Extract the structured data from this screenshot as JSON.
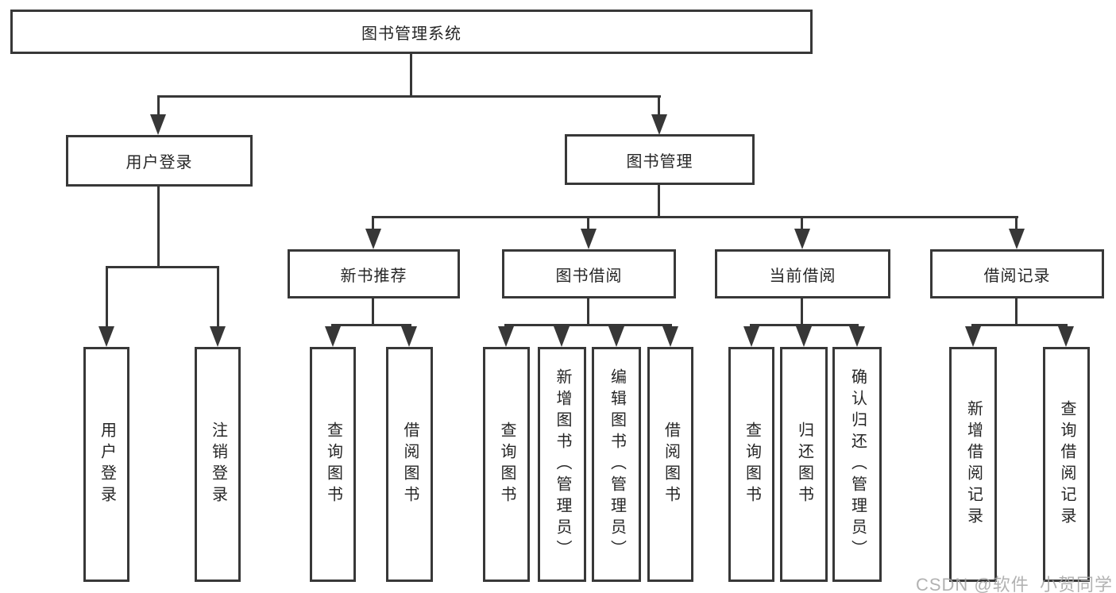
{
  "nodes": {
    "root": "图书管理系统",
    "user_login": "用户登录",
    "book_management": "图书管理",
    "new_book_recommend": "新书推荐",
    "book_borrow": "图书借阅",
    "current_borrow": "当前借阅",
    "borrow_record": "借阅记录"
  },
  "leaves": {
    "user_login": [
      "用户登录",
      "注销登录"
    ],
    "new_book_recommend": [
      "查询图书",
      "借阅图书"
    ],
    "book_borrow": [
      "查询图书",
      "新增图书（管理员）",
      "编辑图书（管理员）",
      "借阅图书"
    ],
    "current_borrow": [
      "查询图书",
      "归还图书",
      "确认归还（管理员）"
    ],
    "borrow_record": [
      "新增借阅记录",
      "查询借阅记录"
    ]
  },
  "watermark": "CSDN @软件_小贺同学",
  "colors": {
    "line": "#373737",
    "border": "#383838",
    "text": "#262626",
    "watermark": "#a5a5a5",
    "background": "#ffffff"
  }
}
